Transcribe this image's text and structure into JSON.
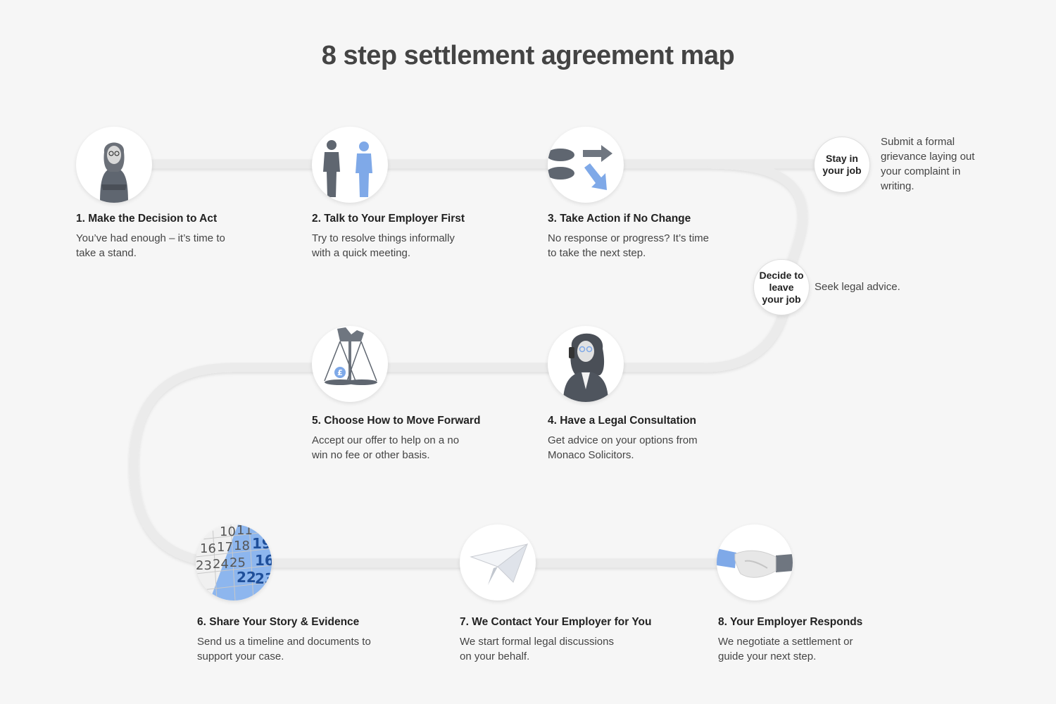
{
  "title": "8 step settlement agreement map",
  "steps": [
    {
      "title": "1. Make the Decision to Act",
      "desc": "You’ve had enough – it’s time to take a stand.",
      "icon": "woman-arms-crossed-icon"
    },
    {
      "title": "2. Talk to Your Employer First",
      "desc": "Try to resolve things informally with a quick meeting.",
      "icon": "two-people-talking-icon"
    },
    {
      "title": "3. Take Action if No Change",
      "desc": "No response or progress? It’s time to take the next step.",
      "icon": "shoes-and-arrows-icon"
    },
    {
      "title": "4. Have a Legal Consultation",
      "desc": "Get advice on your options from Monaco Solicitors.",
      "icon": "woman-on-phone-icon"
    },
    {
      "title": "5. Choose How to Move Forward",
      "desc": "Accept our offer to help on a no win no fee or other basis.",
      "icon": "scales-pound-icon"
    },
    {
      "title": "6. Share Your Story & Evidence",
      "desc": "Send us a timeline and documents to support your case.",
      "icon": "calendar-icon"
    },
    {
      "title": "7. We Contact Your Employer for You",
      "desc": "We start formal legal discussions on your behalf.",
      "icon": "paper-plane-icon"
    },
    {
      "title": "8. Your Employer Responds",
      "desc": "We negotiate a settlement or guide your next step.",
      "icon": "handshake-icon"
    }
  ],
  "branches": {
    "stay": {
      "label": "Stay in your job",
      "note": "Submit a formal grievance laying out your complaint in writing."
    },
    "leave": {
      "label": "Decide to leave your job",
      "note": "Seek legal advice."
    }
  },
  "colors": {
    "accent_blue": "#7fa9e8",
    "figure_grey": "#5f6670",
    "track": "#e6e6e6",
    "background": "#f6f6f6"
  }
}
